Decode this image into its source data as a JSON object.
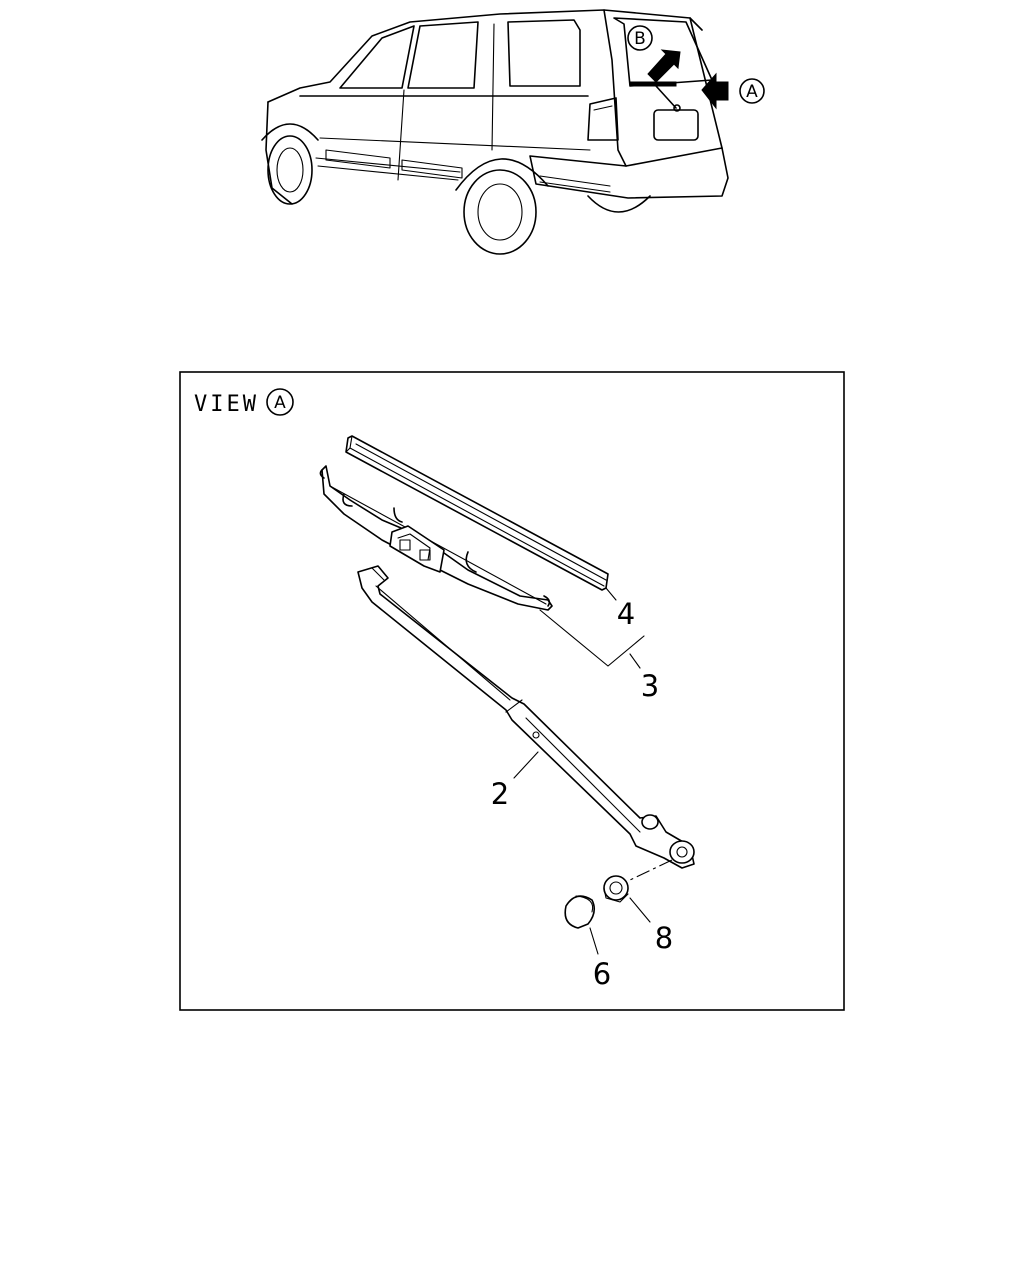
{
  "vehicle": {
    "marker_a": "A",
    "marker_b": "B"
  },
  "detail_view": {
    "label": "VIEW",
    "marker": "A"
  },
  "callouts": {
    "wiper_arm": "2",
    "wiper_blade_assembly": "3",
    "blade_rubber": "4",
    "cap": "6",
    "nut": "8"
  }
}
